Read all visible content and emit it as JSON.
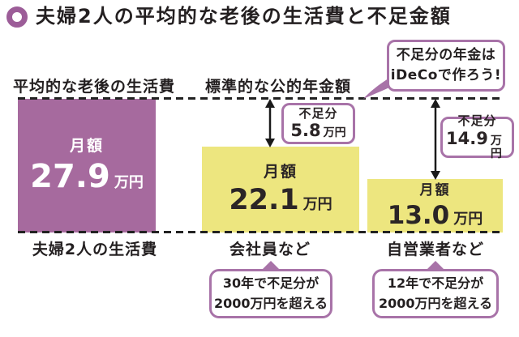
{
  "title": "夫婦2人の平均的な老後の生活費と不足金額",
  "colors": {
    "bar_purple": "#a66a9e",
    "bar_yellow": "#ede67f",
    "accent_purple": "#a873a8",
    "dash_line": "#222222",
    "text_dark": "#231f20"
  },
  "reference_labels": {
    "living_cost": "平均的な老後の生活費",
    "pension": "標準的な公的年金額"
  },
  "speech_bubble": {
    "line1": "不足分の年金は",
    "line2": "iDeCoで作ろう!"
  },
  "bars": [
    {
      "id": "couple",
      "amount_label": "月額",
      "value": "27.9",
      "unit": "万円",
      "category": "夫婦2人の生活費"
    },
    {
      "id": "company-employee",
      "amount_label": "月額",
      "value": "22.1",
      "unit": "万円",
      "category": "会社員など",
      "shortfall": {
        "label": "不足分",
        "value": "5.8",
        "unit": "万円"
      },
      "callout": {
        "line1": "30年で不足分が",
        "line2": "2000万円を超える"
      }
    },
    {
      "id": "self-employed",
      "amount_label": "月額",
      "value": "13.0",
      "unit": "万円",
      "category": "自営業者など",
      "shortfall": {
        "label": "不足分",
        "value": "14.9",
        "unit": "万円"
      },
      "callout": {
        "line1": "12年で不足分が",
        "line2": "2000万円を超える"
      }
    }
  ],
  "chart_data": {
    "type": "bar",
    "title": "夫婦2人の平均的な老後の生活費と不足金額",
    "categories": [
      "夫婦2人の生活費",
      "会社員など",
      "自営業者など"
    ],
    "series": [
      {
        "name": "月額",
        "values": [
          27.9,
          22.1,
          13.0
        ]
      }
    ],
    "unit": "万円",
    "ylabel": "",
    "xlabel": "",
    "grid": false,
    "legend_position": "none",
    "reference_lines": [
      {
        "label": "平均的な老後の生活費",
        "value": 27.9
      },
      {
        "label": "標準的な公的年金額",
        "value": 27.9
      }
    ],
    "annotations": [
      {
        "category": "会社員など",
        "label": "不足分",
        "value": 5.8,
        "unit": "万円",
        "note": "30年で不足分が2000万円を超える"
      },
      {
        "category": "自営業者など",
        "label": "不足分",
        "value": 14.9,
        "unit": "万円",
        "note": "12年で不足分が2000万円を超える"
      },
      {
        "label": "吹き出し",
        "note": "不足分の年金はiDeCoで作ろう!"
      }
    ],
    "bar_colors": [
      "#a66a9e",
      "#ede67f",
      "#ede67f"
    ]
  }
}
